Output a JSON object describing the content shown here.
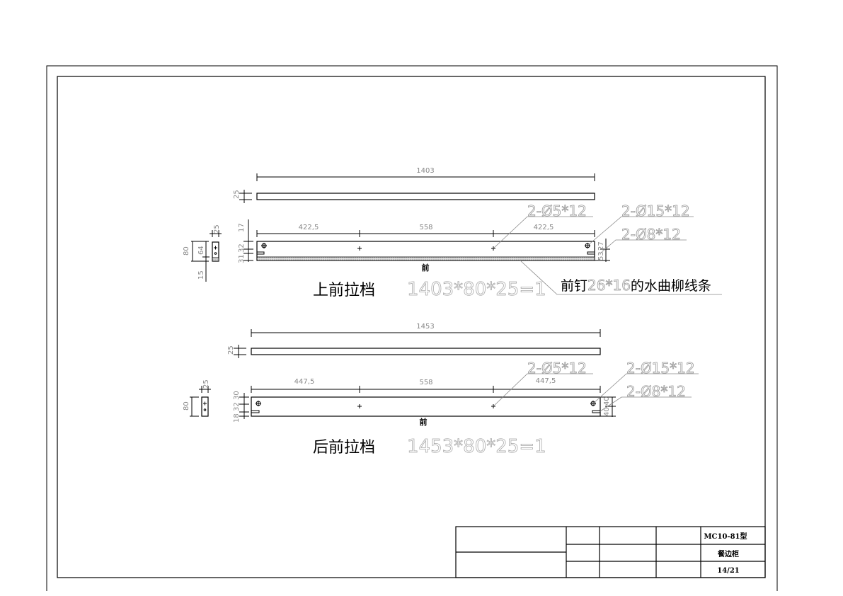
{
  "upper_part": {
    "title": "上前拉档",
    "spec": "1403*80*25=1",
    "overall_length": "1403",
    "thickness": "25",
    "segments": [
      "422,5",
      "558",
      "422,5"
    ],
    "left_dims": [
      "17",
      "32",
      "31"
    ],
    "right_dims": [
      "53",
      "27"
    ],
    "section_dims": {
      "height": "80",
      "inner": "64",
      "offset": "15",
      "width": "25"
    },
    "front_label": "前",
    "hole_labels": [
      "2-Ø5*12",
      "2-Ø15*12",
      "2-Ø8*12"
    ],
    "note": {
      "prefix": "前钉",
      "size": "26*16",
      "suffix": "的水曲柳线条"
    }
  },
  "lower_part": {
    "title": "后前拉档",
    "spec": "1453*80*25=1",
    "overall_length": "1453",
    "thickness": "25",
    "segments": [
      "447,5",
      "558",
      "447,5"
    ],
    "left_dims": [
      "30",
      "32",
      "18"
    ],
    "right_dims": [
      "40",
      "40"
    ],
    "section_dims": {
      "height": "80",
      "width": "25"
    },
    "front_label": "前",
    "hole_labels": [
      "2-Ø5*12",
      "2-Ø15*12",
      "2-Ø8*12"
    ]
  },
  "title_block": {
    "model": "MC10-81型",
    "name": "餐边柜",
    "sheet": "14/21"
  }
}
